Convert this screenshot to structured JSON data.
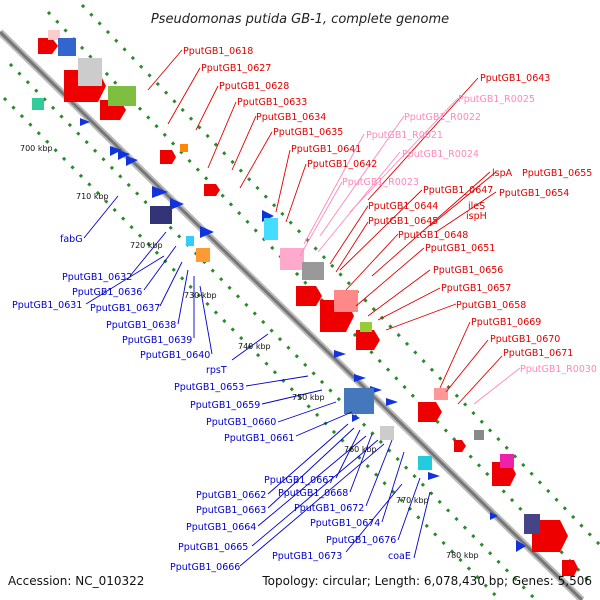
{
  "title": "Pseudomonas putida GB-1, complete genome",
  "accession": "Accession: NC_010322",
  "topology": "Topology: circular; Length: 6,078,430 bp; Genes: 5,506",
  "colors": {
    "backbone": "#888888",
    "tick_dot": "#2c8a2c",
    "label_red": "#e00000",
    "label_pink": "#ff88bb",
    "label_blue": "#0000cc",
    "gene_red": "#ee0000",
    "gene_blue": "#1133dd"
  },
  "kbp_ticks": [
    "700 kbp",
    "710 kbp",
    "720 kbp",
    "730 kbp",
    "740 kbp",
    "750 kbp",
    "760 kbp",
    "770 kbp",
    "780 kbp"
  ],
  "labels_right_red": [
    "PputGB1_0618",
    "PputGB1_0627",
    "PputGB1_0628",
    "PputGB1_0633",
    "PputGB1_0634",
    "PputGB1_0635",
    "PputGB1_0641",
    "PputGB1_0642",
    "PputGB1_0643",
    "PputGB1_0647",
    "PputGB1_0644",
    "PputGB1_0645",
    "PputGB1_0648",
    "PputGB1_0651",
    "PputGB1_0656",
    "PputGB1_0657",
    "PputGB1_0658",
    "PputGB1_0669",
    "PputGB1_0670",
    "PputGB1_0671",
    "PputGB1_0655",
    "PputGB1_0654",
    "lspA",
    "ileS",
    "ispH"
  ],
  "labels_right_pink": [
    "PputGB1_R0025",
    "PputGB1_R0022",
    "PputGB1_R0021",
    "PputGB1_R0024",
    "PputGB1_R0023",
    "PputGB1_R0030"
  ],
  "labels_left_blue": [
    "fabG",
    "PputGB1_0632",
    "PputGB1_0636",
    "PputGB1_0631",
    "PputGB1_0637",
    "PputGB1_0638",
    "PputGB1_0639",
    "PputGB1_0640",
    "rpsT",
    "PputGB1_0653",
    "PputGB1_0659",
    "PputGB1_0660",
    "PputGB1_0661",
    "PputGB1_0667",
    "PputGB1_0662",
    "PputGB1_0668",
    "PputGB1_0663",
    "PputGB1_0672",
    "PputGB1_0664",
    "PputGB1_0674",
    "PputGB1_0665",
    "PputGB1_0676",
    "PputGB1_0673",
    "coaE",
    "PputGB1_0666"
  ]
}
